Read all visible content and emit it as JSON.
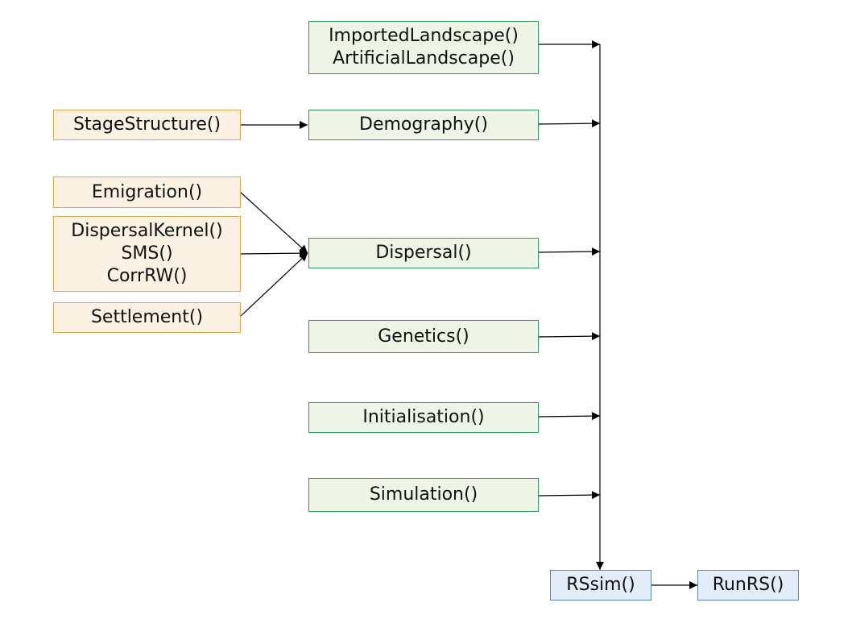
{
  "nodes": {
    "landscape": {
      "lines": [
        "ImportedLandscape()",
        "ArtificialLandscape()"
      ]
    },
    "demography": {
      "label": "Demography()"
    },
    "stage_structure": {
      "label": "StageStructure()"
    },
    "emigration": {
      "label": "Emigration()"
    },
    "transfer": {
      "lines": [
        "DispersalKernel()",
        "SMS()",
        "CorrRW()"
      ]
    },
    "settlement": {
      "label": "Settlement()"
    },
    "dispersal": {
      "label": "Dispersal()"
    },
    "genetics": {
      "label": "Genetics()"
    },
    "initialisation": {
      "label": "Initialisation()"
    },
    "simulation": {
      "label": "Simulation()"
    },
    "rssim": {
      "label": "RSsim()"
    },
    "runrs": {
      "label": "RunRS()"
    }
  },
  "edges": [
    {
      "from": "stage_structure",
      "to": "demography"
    },
    {
      "from": "emigration",
      "to": "dispersal"
    },
    {
      "from": "transfer",
      "to": "dispersal"
    },
    {
      "from": "settlement",
      "to": "dispersal"
    },
    {
      "from": "landscape",
      "to": "rssim"
    },
    {
      "from": "demography",
      "to": "rssim"
    },
    {
      "from": "dispersal",
      "to": "rssim"
    },
    {
      "from": "genetics",
      "to": "rssim"
    },
    {
      "from": "initialisation",
      "to": "rssim"
    },
    {
      "from": "simulation",
      "to": "rssim"
    },
    {
      "from": "rssim",
      "to": "runrs"
    }
  ],
  "colors": {
    "module_fill": "#eef5e6",
    "module_border": "#2e9a5a",
    "submodule_fill": "#fbf2e4",
    "submodule_border": "#e0a84e",
    "run_fill": "#e3edf8",
    "run_border": "#5a87ba",
    "connector": "#000000"
  }
}
